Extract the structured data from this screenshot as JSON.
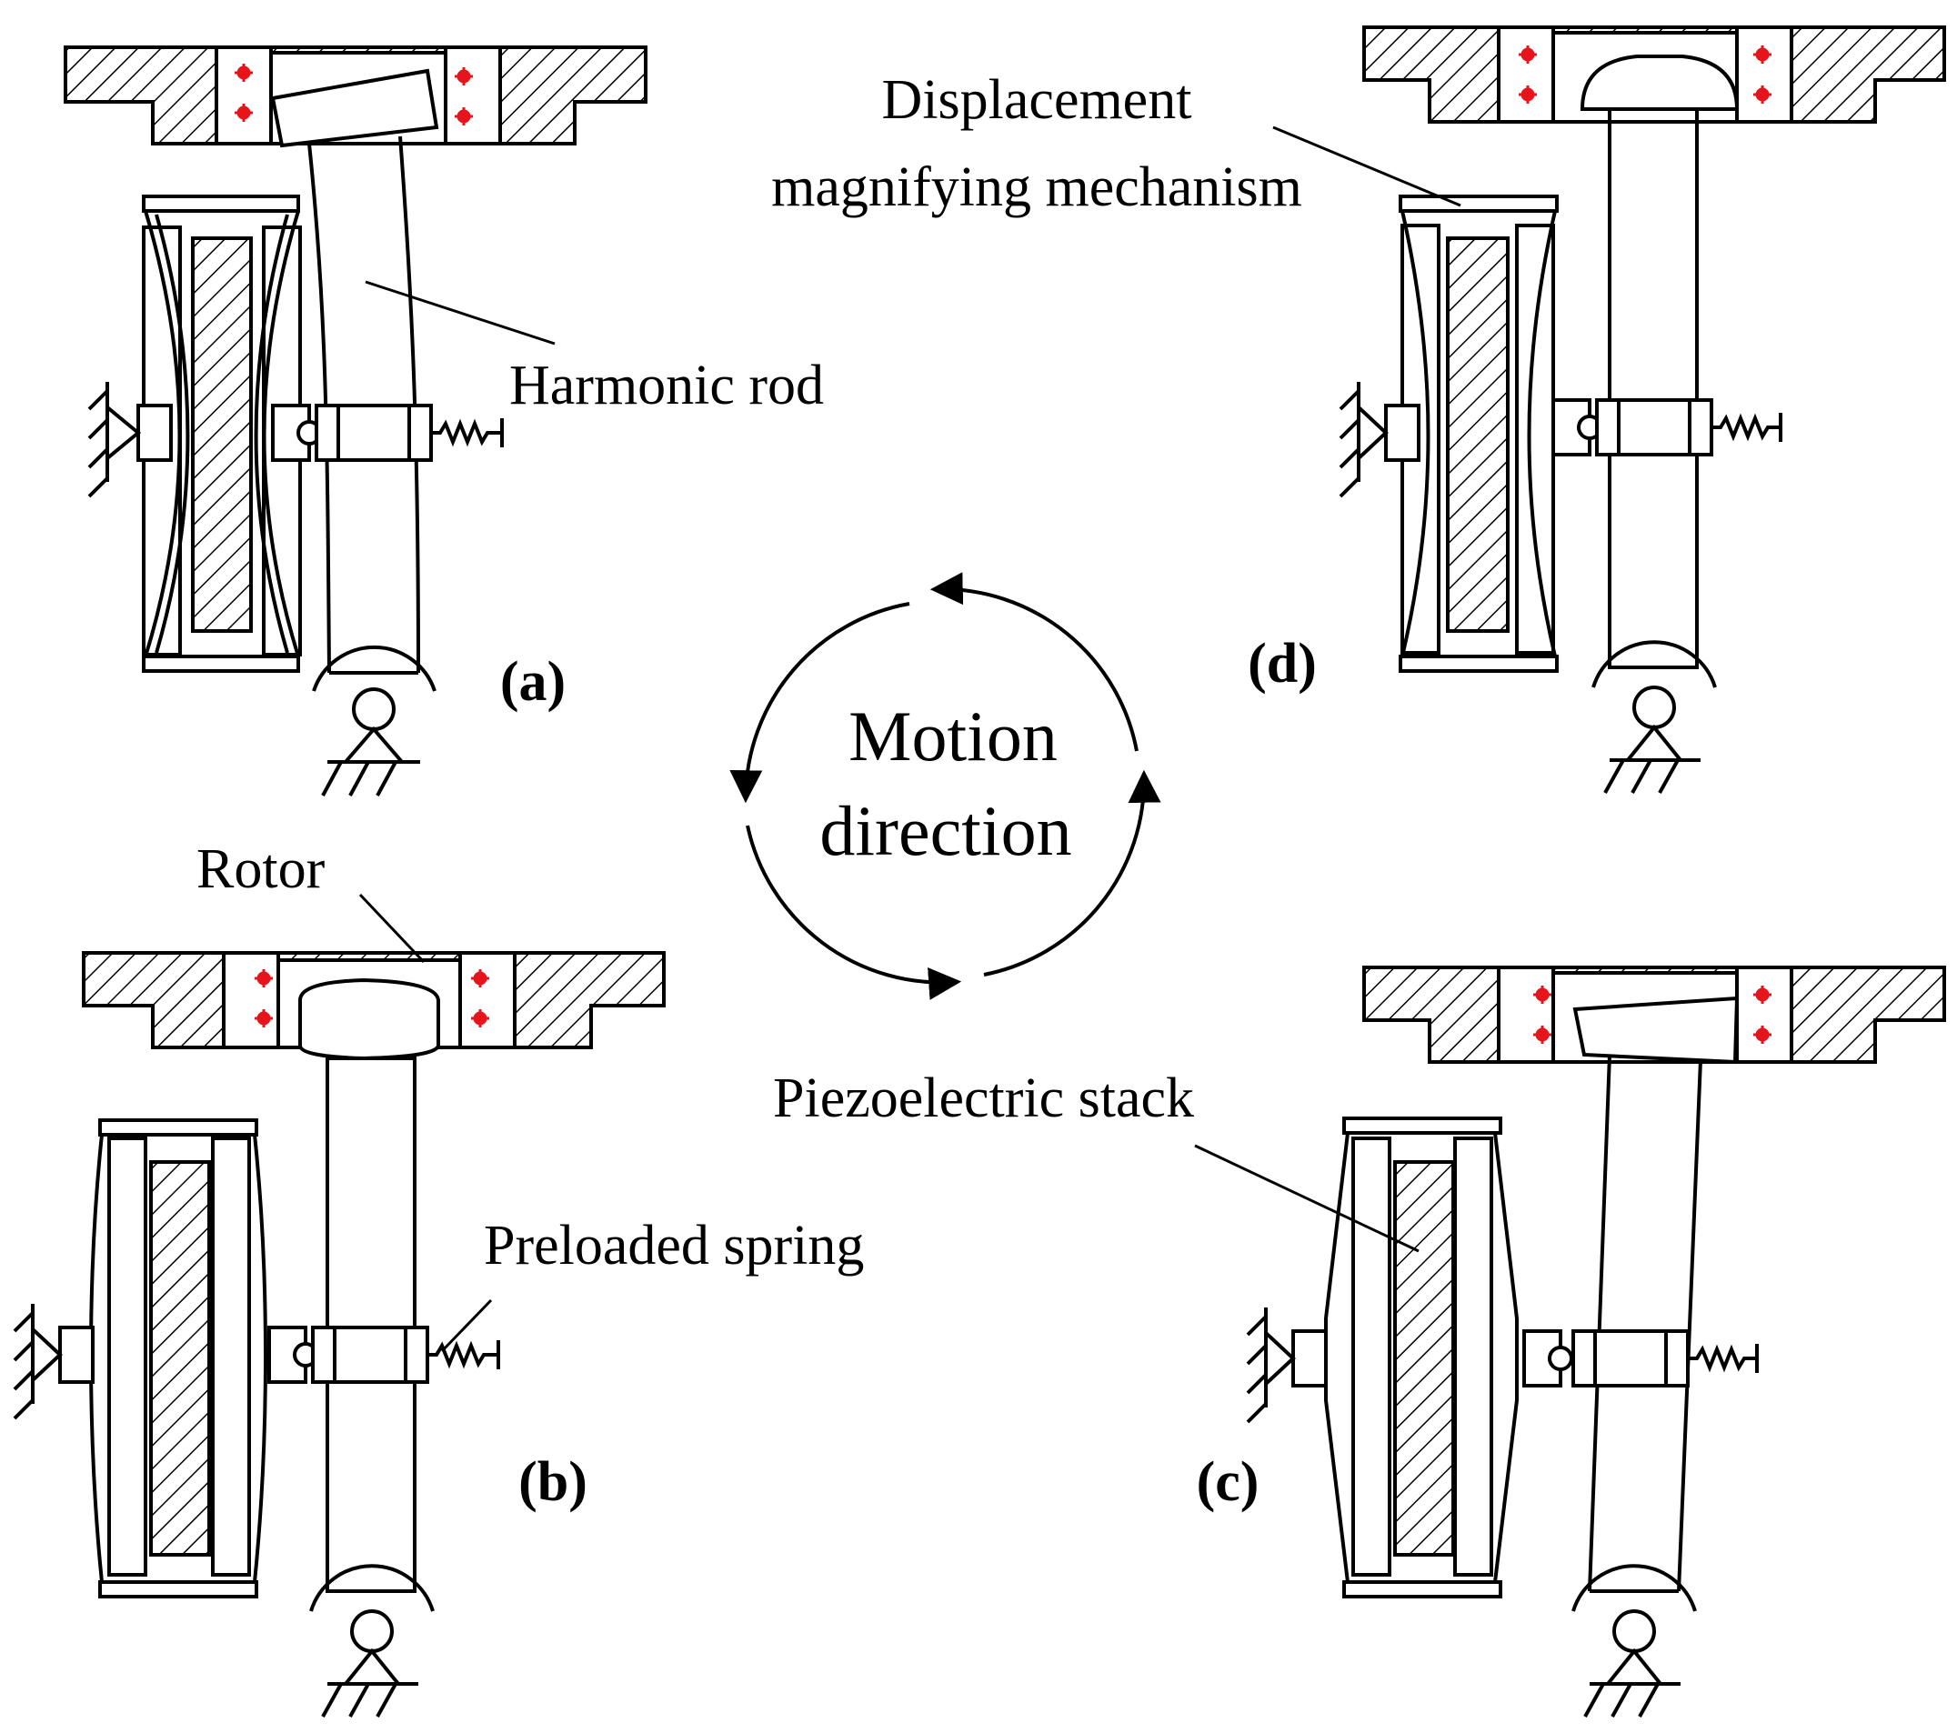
{
  "labels": {
    "displacement_line1": "Displacement",
    "displacement_line2": "magnifying mechanism",
    "harmonic_rod": "Harmonic rod",
    "rotor": "Rotor",
    "preloaded_spring": "Preloaded spring",
    "piezoelectric_stack": "Piezoelectric stack",
    "motion_line1": "Motion",
    "motion_line2": "direction"
  },
  "panels": {
    "a": "(a)",
    "b": "(b)",
    "c": "(c)",
    "d": "(d)"
  },
  "colors": {
    "line": "#000000",
    "bearing_marker": "#e8141c",
    "background": "#ffffff"
  }
}
